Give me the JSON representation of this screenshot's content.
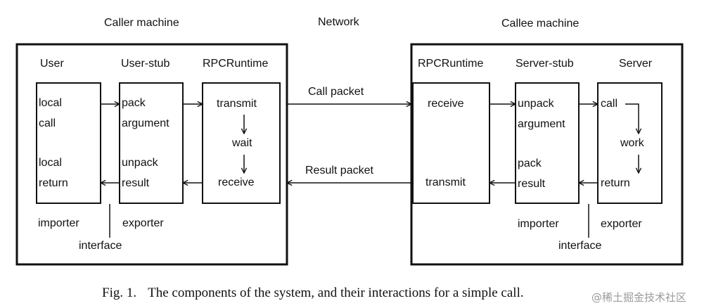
{
  "headers": {
    "caller_machine": "Caller machine",
    "network": "Network",
    "callee_machine": "Callee machine"
  },
  "caller": {
    "user": {
      "title": "User",
      "lines": [
        "local",
        "call",
        "local",
        "return"
      ],
      "below": "importer"
    },
    "user_stub": {
      "title": "User-stub",
      "lines": [
        "pack",
        "argument",
        "unpack",
        "result"
      ],
      "below": "exporter"
    },
    "rpc_runtime": {
      "title": "RPCRuntime",
      "lines": [
        "transmit",
        "wait",
        "receive"
      ]
    },
    "interface": "interface"
  },
  "callee": {
    "rpc_runtime": {
      "title": "RPCRuntime",
      "lines": [
        "receive",
        "transmit"
      ]
    },
    "server_stub": {
      "title": "Server-stub",
      "lines": [
        "unpack",
        "argument",
        "pack",
        "result"
      ],
      "below": "importer"
    },
    "server": {
      "title": "Server",
      "lines": [
        "call",
        "work",
        "return"
      ],
      "below": "exporter"
    },
    "interface": "interface"
  },
  "network": {
    "call_packet": "Call packet",
    "result_packet": "Result packet"
  },
  "caption": {
    "figure": "Fig. 1.",
    "text": "The components of the system, and their interactions for a simple call."
  },
  "watermark": "@稀土掘金技术社区"
}
